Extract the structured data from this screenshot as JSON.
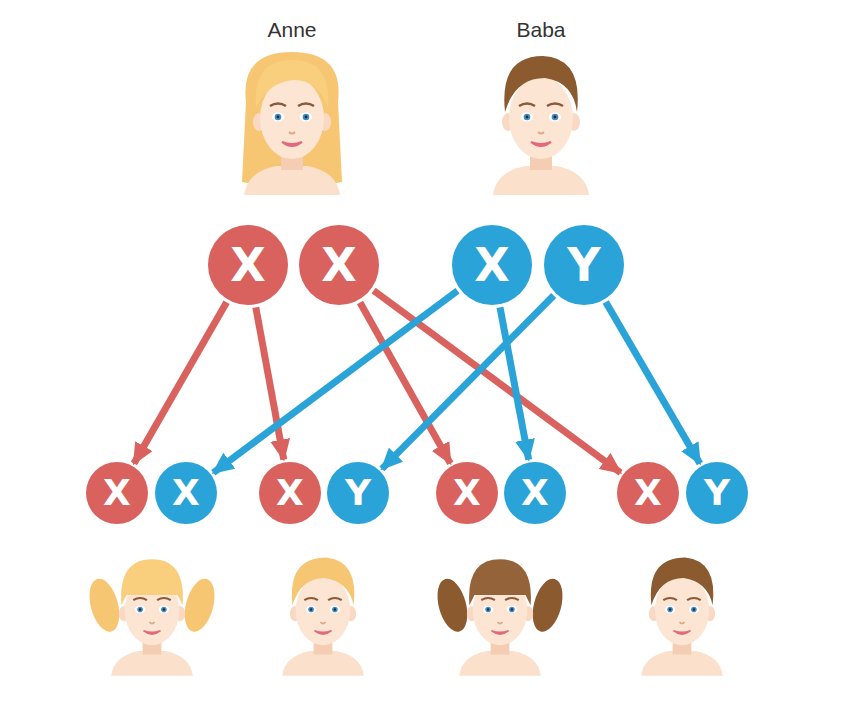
{
  "diagram": {
    "nodes": [
      {
        "text": [
          "X"
        ]
      },
      {
        "text": [
          "X"
        ]
      },
      {
        "text": [
          "X"
        ]
      },
      {
        "text": [
          "Y"
        ]
      },
      {
        "text": [
          "X"
        ]
      },
      {
        "text": [
          "X"
        ]
      },
      {
        "text": [
          "X"
        ]
      },
      {
        "text": [
          "Y"
        ]
      },
      {
        "text": [
          "X"
        ]
      },
      {
        "text": [
          "X"
        ]
      },
      {
        "text": [
          "X"
        ]
      },
      {
        "text": [
          "Y"
        ]
      }
    ],
    "edges": [
      {
        "from": 0,
        "to": 4,
        "arrow": "to"
      },
      {
        "from": 0,
        "to": 6,
        "arrow": "to"
      },
      {
        "from": 1,
        "to": 8,
        "arrow": "to"
      },
      {
        "from": 1,
        "to": 10,
        "arrow": "to"
      },
      {
        "from": 2,
        "to": 5,
        "arrow": "to"
      },
      {
        "from": 2,
        "to": 9,
        "arrow": "to"
      },
      {
        "from": 3,
        "to": 7,
        "arrow": "to"
      },
      {
        "from": 3,
        "to": 11,
        "arrow": "to"
      }
    ],
    "labels": [
      "Anne",
      "Baba"
    ]
  }
}
